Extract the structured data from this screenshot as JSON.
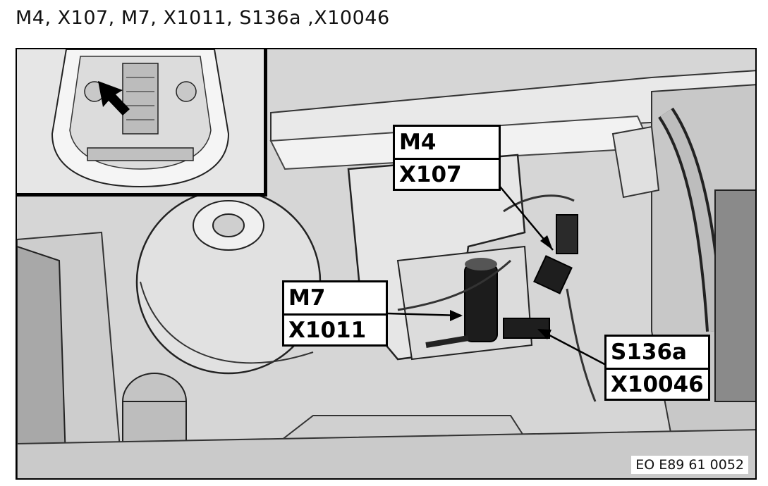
{
  "heading": "M4, X107, M7, X1011, S136a ,X10046",
  "callouts": [
    {
      "top": "M4",
      "bottom": "X107"
    },
    {
      "top": "M7",
      "bottom": "X1011"
    },
    {
      "top": "S136a",
      "bottom": "X10046"
    }
  ],
  "reference_code": "EO E89 61 0052"
}
